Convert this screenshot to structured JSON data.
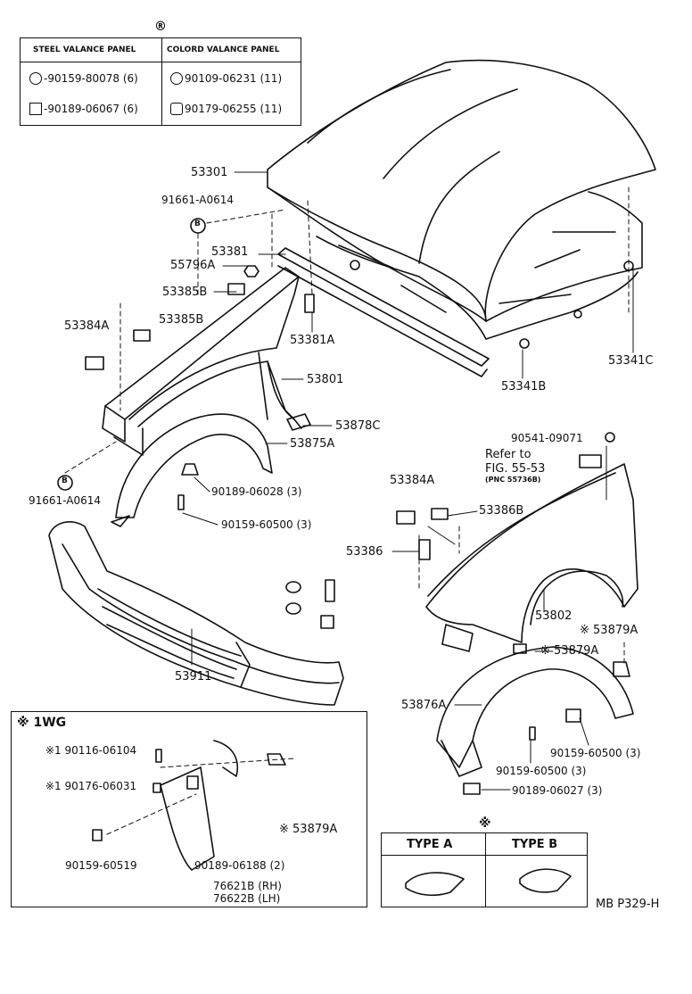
{
  "legend": {
    "marker": "®",
    "col_steel": "STEEL VALANCE PANEL",
    "col_colord": "COLORD VALANCE PANEL",
    "steel_1": "-90159-80078 (6)",
    "steel_2": "-90189-06067 (6)",
    "colord_1": "90109-06231 (11)",
    "colord_2": "90179-06255 (11)"
  },
  "labels": {
    "hood": "53301",
    "bolt_top": "91661-A0614",
    "b_marker": "B",
    "seal_53381": "53381",
    "clip_55796A": "55796A",
    "clip_53385B_1": "53385B",
    "clip_53385B_2": "53385B",
    "cushion_53384A_l": "53384A",
    "clip_53381A": "53381A",
    "apron_53801": "53801",
    "bracket_53878C": "53878C",
    "liner_53875A": "53875A",
    "hood_53341B": "53341B",
    "hood_53341C": "53341C",
    "bolt_bottom": "91661-A0614",
    "screw_90189_06028": "90189-06028 (3)",
    "screw_90159_60500_l": "90159-60500 (3)",
    "valance_53911": "53911",
    "bolt_90541": "90541-09071",
    "refer_line1": "Refer to",
    "refer_line2": "FIG. 55-53",
    "refer_line3": "(PNC 55736B)",
    "cushion_53384A_r": "53384A",
    "clip_53386B": "53386B",
    "stop_53386": "53386",
    "fender_53802": "53802",
    "clip_53879A_1": "※ 53879A",
    "clip_53879A_2": "※ 53879A",
    "liner_53876A": "53876A",
    "screw_90159_60500_r1": "90159-60500 (3)",
    "screw_90159_60500_r2": "90159-60500 (3)",
    "screw_90189_06027": "90189-06027 (3)",
    "diagram_code": "MB P329-H"
  },
  "inset_wg": {
    "title": "※ 1WG",
    "p1": "※1 90116-06104",
    "p2": "※1 90176-06031",
    "p3": "90159-60519",
    "p4": "90189-06188 (2)",
    "p5": "※ 53879A",
    "p6": "76621B (RH)",
    "p7": "76622B (LH)"
  },
  "type_table": {
    "marker": "※",
    "type_a": "TYPE A",
    "type_b": "TYPE B"
  }
}
